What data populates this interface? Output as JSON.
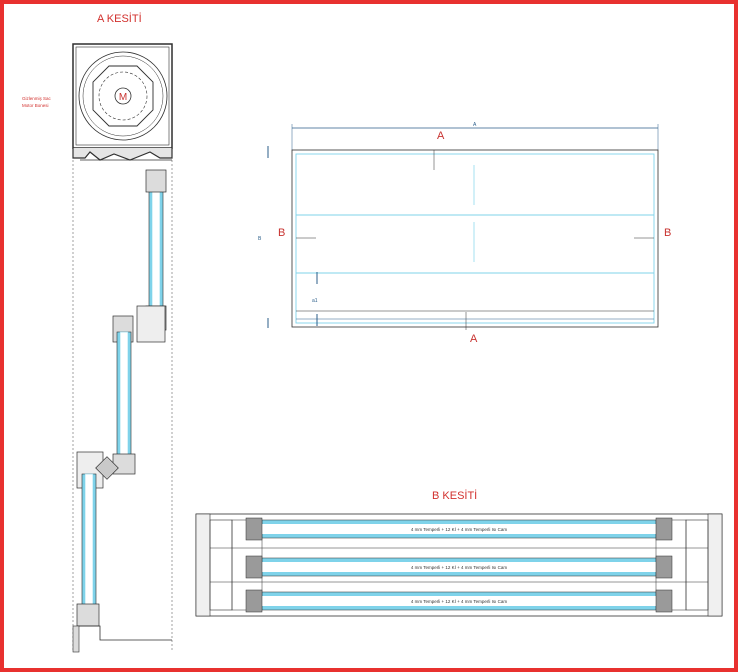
{
  "section_a_title": "A KESİTİ",
  "section_b_title": "B KESİTİ",
  "motor_note_line1": "Gizlenmiş Sac",
  "motor_note_line2": "Motor Bonesi",
  "motor_symbol": "M",
  "elevation": {
    "top_label": "A",
    "top_dimension": "A",
    "bottom_label": "A",
    "left_label": "B",
    "right_label": "B",
    "left_dimension": "B",
    "small_dimension": "a1"
  },
  "glass_spec": [
    "4 mm Temperli + 12 Kİ + 4 mm Temperli Isı Cam",
    "4 mm Temperli + 12 Kİ + 4 mm Temperli Isı Cam",
    "4 mm Temperli + 12 Kİ + 4 mm Temperli Isı Cam"
  ],
  "colors": {
    "border": "#e8312f",
    "glass": "#7fd3ea",
    "line": "#2f2f2f",
    "dimension": "#2b5e8a"
  }
}
